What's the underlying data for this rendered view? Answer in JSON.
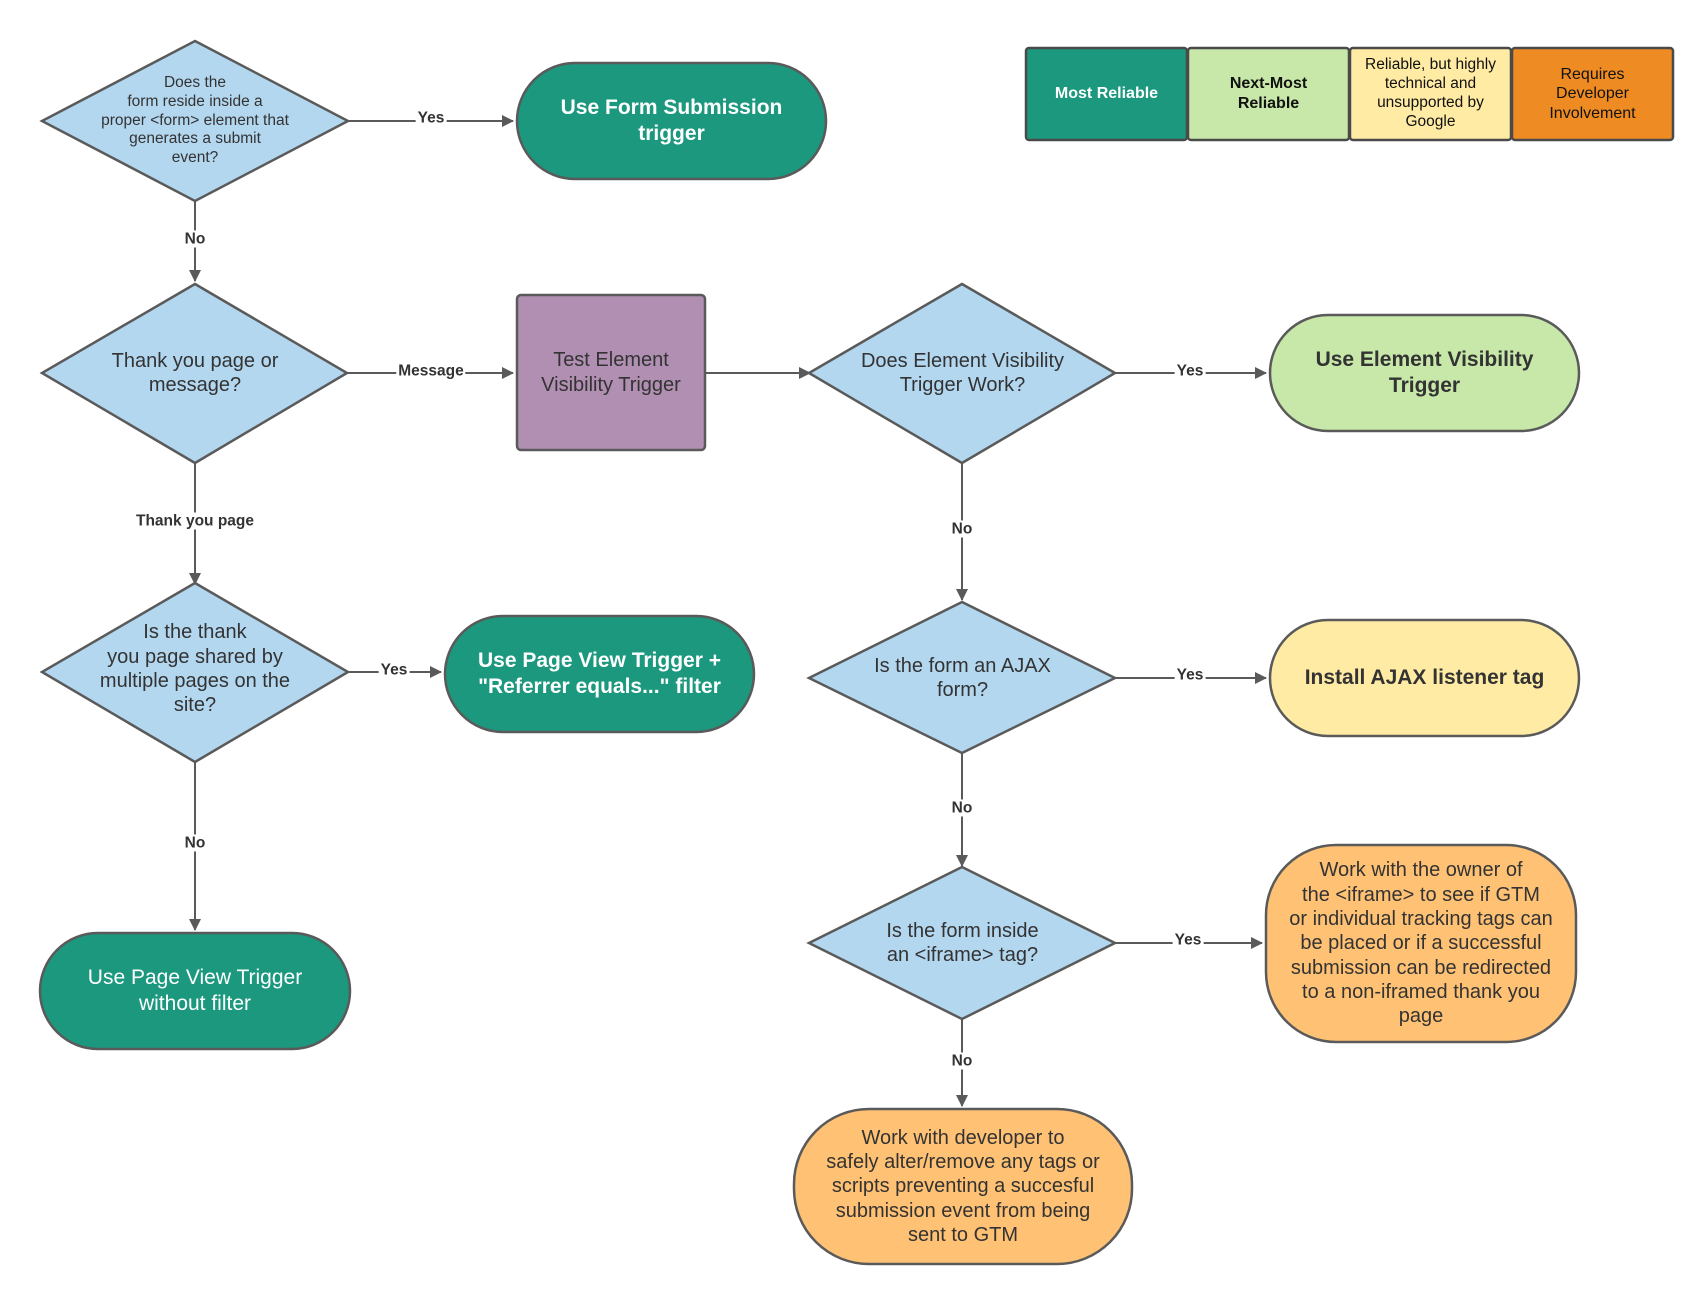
{
  "legend": [
    {
      "id": "most",
      "text": "Most Reliable",
      "fill": "#1b987e",
      "text_color": "#ffffff"
    },
    {
      "id": "next",
      "text": "Next-Most\nReliable",
      "fill": "#c7e8a9",
      "text_color": "#111111"
    },
    {
      "id": "tech",
      "text": "Reliable, but highly\ntechnical and\nunsupported by\nGoogle",
      "fill": "#ffeba4",
      "text_color": "#111111"
    },
    {
      "id": "dev",
      "text": "Requires\nDeveloper\nInvolvement",
      "fill": "#ef8b23",
      "text_color": "#111111"
    }
  ],
  "colors": {
    "decision_fill": "#b4d7f0",
    "test_fill": "#b08fb2",
    "most_reliable": "#1b987e",
    "next_most": "#c7e8a9",
    "technical": "#ffeba4",
    "developer_node": "#ffc174",
    "stroke": "#5a5a5a"
  },
  "nodes": {
    "q_form_element": "Does the\nform reside inside a\nproper <form> element that\ngenerates a submit\nevent?",
    "use_form_submission": "Use Form Submission\ntrigger",
    "q_thank_you": "Thank you page or\nmessage?",
    "test_element_visibility": "Test Element\nVisibility Trigger",
    "q_visibility_works": "Does Element Visibility\nTrigger Work?",
    "use_element_visibility": "Use Element Visibility\nTrigger",
    "q_shared_page": "Is the thank\nyou page shared by\nmultiple pages on the\nsite?",
    "use_page_view_referrer": "Use Page View Trigger +\n\"Referrer equals...\" filter",
    "q_ajax": "Is the form an AJAX\nform?",
    "install_ajax": "Install AJAX listener tag",
    "use_page_view_no_filter": "Use Page View Trigger\nwithout filter",
    "q_iframe": "Is the form inside\nan <iframe> tag?",
    "iframe_owner": "Work with the owner of\nthe <iframe> to see if GTM\nor individual tracking tags can\nbe placed or if a successful\nsubmission can be redirected\nto a non-iframed thank you\npage",
    "work_with_developer": "Work with developer to\nsafely alter/remove any tags or\nscripts preventing a succesful\nsubmission event from being\nsent to GTM"
  },
  "edges": {
    "form_yes": "Yes",
    "form_no": "No",
    "thanks_message": "Message",
    "thanks_page": "Thank you page",
    "visibility_yes": "Yes",
    "visibility_no": "No",
    "shared_yes": "Yes",
    "shared_no": "No",
    "ajax_yes": "Yes",
    "ajax_no": "No",
    "iframe_yes": "Yes",
    "iframe_no": "No"
  }
}
